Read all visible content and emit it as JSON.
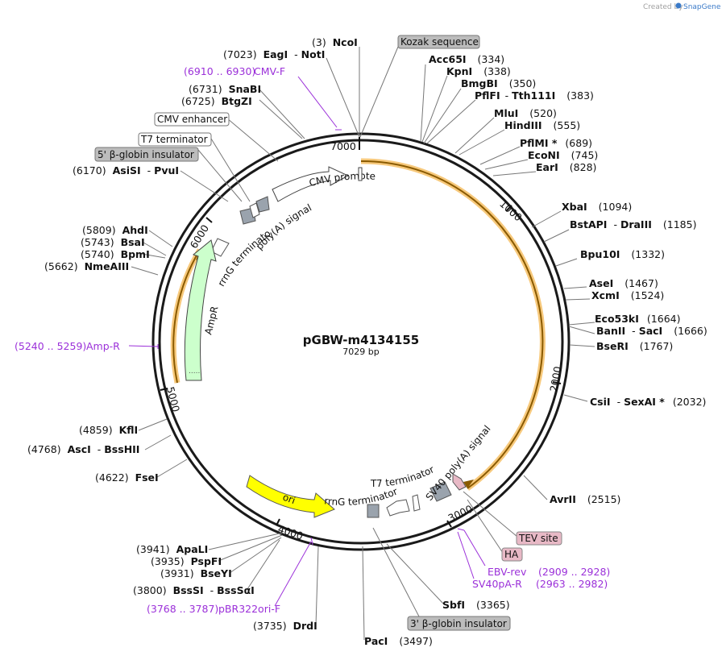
{
  "watermark": {
    "prefix": "Created by",
    "brand": "SnapGene"
  },
  "plasmid": {
    "name": "pGBW-m4134155",
    "length_label": "7029 bp",
    "length": 7029
  },
  "tick_labels": [
    "7000",
    "1000",
    "2000",
    "3000",
    "4000",
    "5000",
    "6000"
  ],
  "enzymes": {
    "ncoi": {
      "pos": "(3)",
      "name": "NcoI"
    },
    "eagi": {
      "pos": "(7023)",
      "name": "EagI",
      "sep": "-",
      "name2": "NotI"
    },
    "acc65i": {
      "pos": "(334)",
      "name": "Acc65I"
    },
    "kpni": {
      "pos": "(338)",
      "name": "KpnI"
    },
    "bmgbi": {
      "pos": "(350)",
      "name": "BmgBI"
    },
    "pflfi": {
      "pos": "(383)",
      "name": "PflFI",
      "sep": "-",
      "name2": "Tth111I"
    },
    "mlui": {
      "pos": "(520)",
      "name": "MluI"
    },
    "hindiii": {
      "pos": "(555)",
      "name": "HindIII"
    },
    "pflmi": {
      "pos": "(689)",
      "name": "PflMI *"
    },
    "econi": {
      "pos": "(745)",
      "name": "EcoNI"
    },
    "eari": {
      "pos": "(828)",
      "name": "EarI"
    },
    "xbai": {
      "pos": "(1094)",
      "name": "XbaI"
    },
    "bstapi": {
      "pos": "(1185)",
      "name": "BstAPI",
      "sep": "-",
      "name2": "DraIII"
    },
    "bpu10i": {
      "pos": "(1332)",
      "name": "Bpu10I"
    },
    "asei": {
      "pos": "(1467)",
      "name": "AseI"
    },
    "xcmi": {
      "pos": "(1524)",
      "name": "XcmI"
    },
    "eco53ki": {
      "pos": "(1664)",
      "name": "Eco53kI"
    },
    "banii": {
      "pos": "(1666)",
      "name": "BanII",
      "sep": "-",
      "name2": "SacI"
    },
    "bseri": {
      "pos": "(1767)",
      "name": "BseRI"
    },
    "csii": {
      "pos": "(2032)",
      "name": "CsiI",
      "sep": "-",
      "name2": "SexAI *"
    },
    "avrii": {
      "pos": "(2515)",
      "name": "AvrII"
    },
    "sbfi": {
      "pos": "(3365)",
      "name": "SbfI"
    },
    "paci": {
      "pos": "(3497)",
      "name": "PacI"
    },
    "drdi": {
      "pos": "(3735)",
      "name": "DrdI"
    },
    "bsssi": {
      "pos": "(3800)",
      "name": "BssSI",
      "sep": "-",
      "name2": "BssSαI"
    },
    "bseyi": {
      "pos": "(3931)",
      "name": "BseYI"
    },
    "pspfi": {
      "pos": "(3935)",
      "name": "PspFI"
    },
    "apali": {
      "pos": "(3941)",
      "name": "ApaLI"
    },
    "fsei": {
      "pos": "(4622)",
      "name": "FseI"
    },
    "asci": {
      "pos": "(4768)",
      "name": "AscI",
      "sep": "-",
      "name2": "BssHII"
    },
    "kfli": {
      "pos": "(4859)",
      "name": "KflI"
    },
    "nmeaiii": {
      "pos": "(5662)",
      "name": "NmeAIII"
    },
    "bpmi": {
      "pos": "(5740)",
      "name": "BpmI"
    },
    "bsai": {
      "pos": "(5743)",
      "name": "BsaI"
    },
    "ahdi": {
      "pos": "(5809)",
      "name": "AhdI"
    },
    "asisi": {
      "pos": "(6170)",
      "name": "AsiSI",
      "sep": "-",
      "name2": "PvuI"
    },
    "btgzi": {
      "pos": "(6725)",
      "name": "BtgZI"
    },
    "snabi": {
      "pos": "(6731)",
      "name": "SnaBI"
    }
  },
  "primers": {
    "cmvf": {
      "range": "(6910 .. 6930)",
      "name": "CMV-F"
    },
    "ampr": {
      "range": "(5240 .. 5259)",
      "name": "Amp-R"
    },
    "pbr322": {
      "range": "(3768 .. 3787)",
      "name": "pBR322ori-F"
    },
    "ebvrev": {
      "name": "EBV-rev",
      "range": "(2909 .. 2928)"
    },
    "sv40par": {
      "name": "SV40pA-R",
      "range": "(2963 .. 2982)"
    }
  },
  "boxed_features": {
    "kozak": "Kozak sequence",
    "cmv_enhancer": "CMV enhancer",
    "t7_term_top": "T7 terminator",
    "globin5": "5' β-globin insulator",
    "tev": "TEV site",
    "ha": "HA",
    "globin3": "3' β-globin insulator"
  },
  "inner_features": {
    "cmv_promoter": "CMV promoter",
    "polya_top": "poly(A) signal",
    "rrng_top": "rrnG terminator",
    "ampr": "AmpR",
    "ori": "ori",
    "rrng_bottom": "rrnG terminator",
    "t7_bottom": "T7 terminator",
    "sv40": "SV40 poly(A) signal"
  },
  "colors": {
    "backbone": "#1a1a1a",
    "primer": "#9b30d9",
    "orf_orange": "#f5a623",
    "ori_yellow": "#ffff00",
    "ampr_green": "#ccffcc",
    "terminator_gray": "#9aa3ad",
    "tev_pink": "#e8b9c6",
    "box_gray": "#bcbcbc"
  }
}
